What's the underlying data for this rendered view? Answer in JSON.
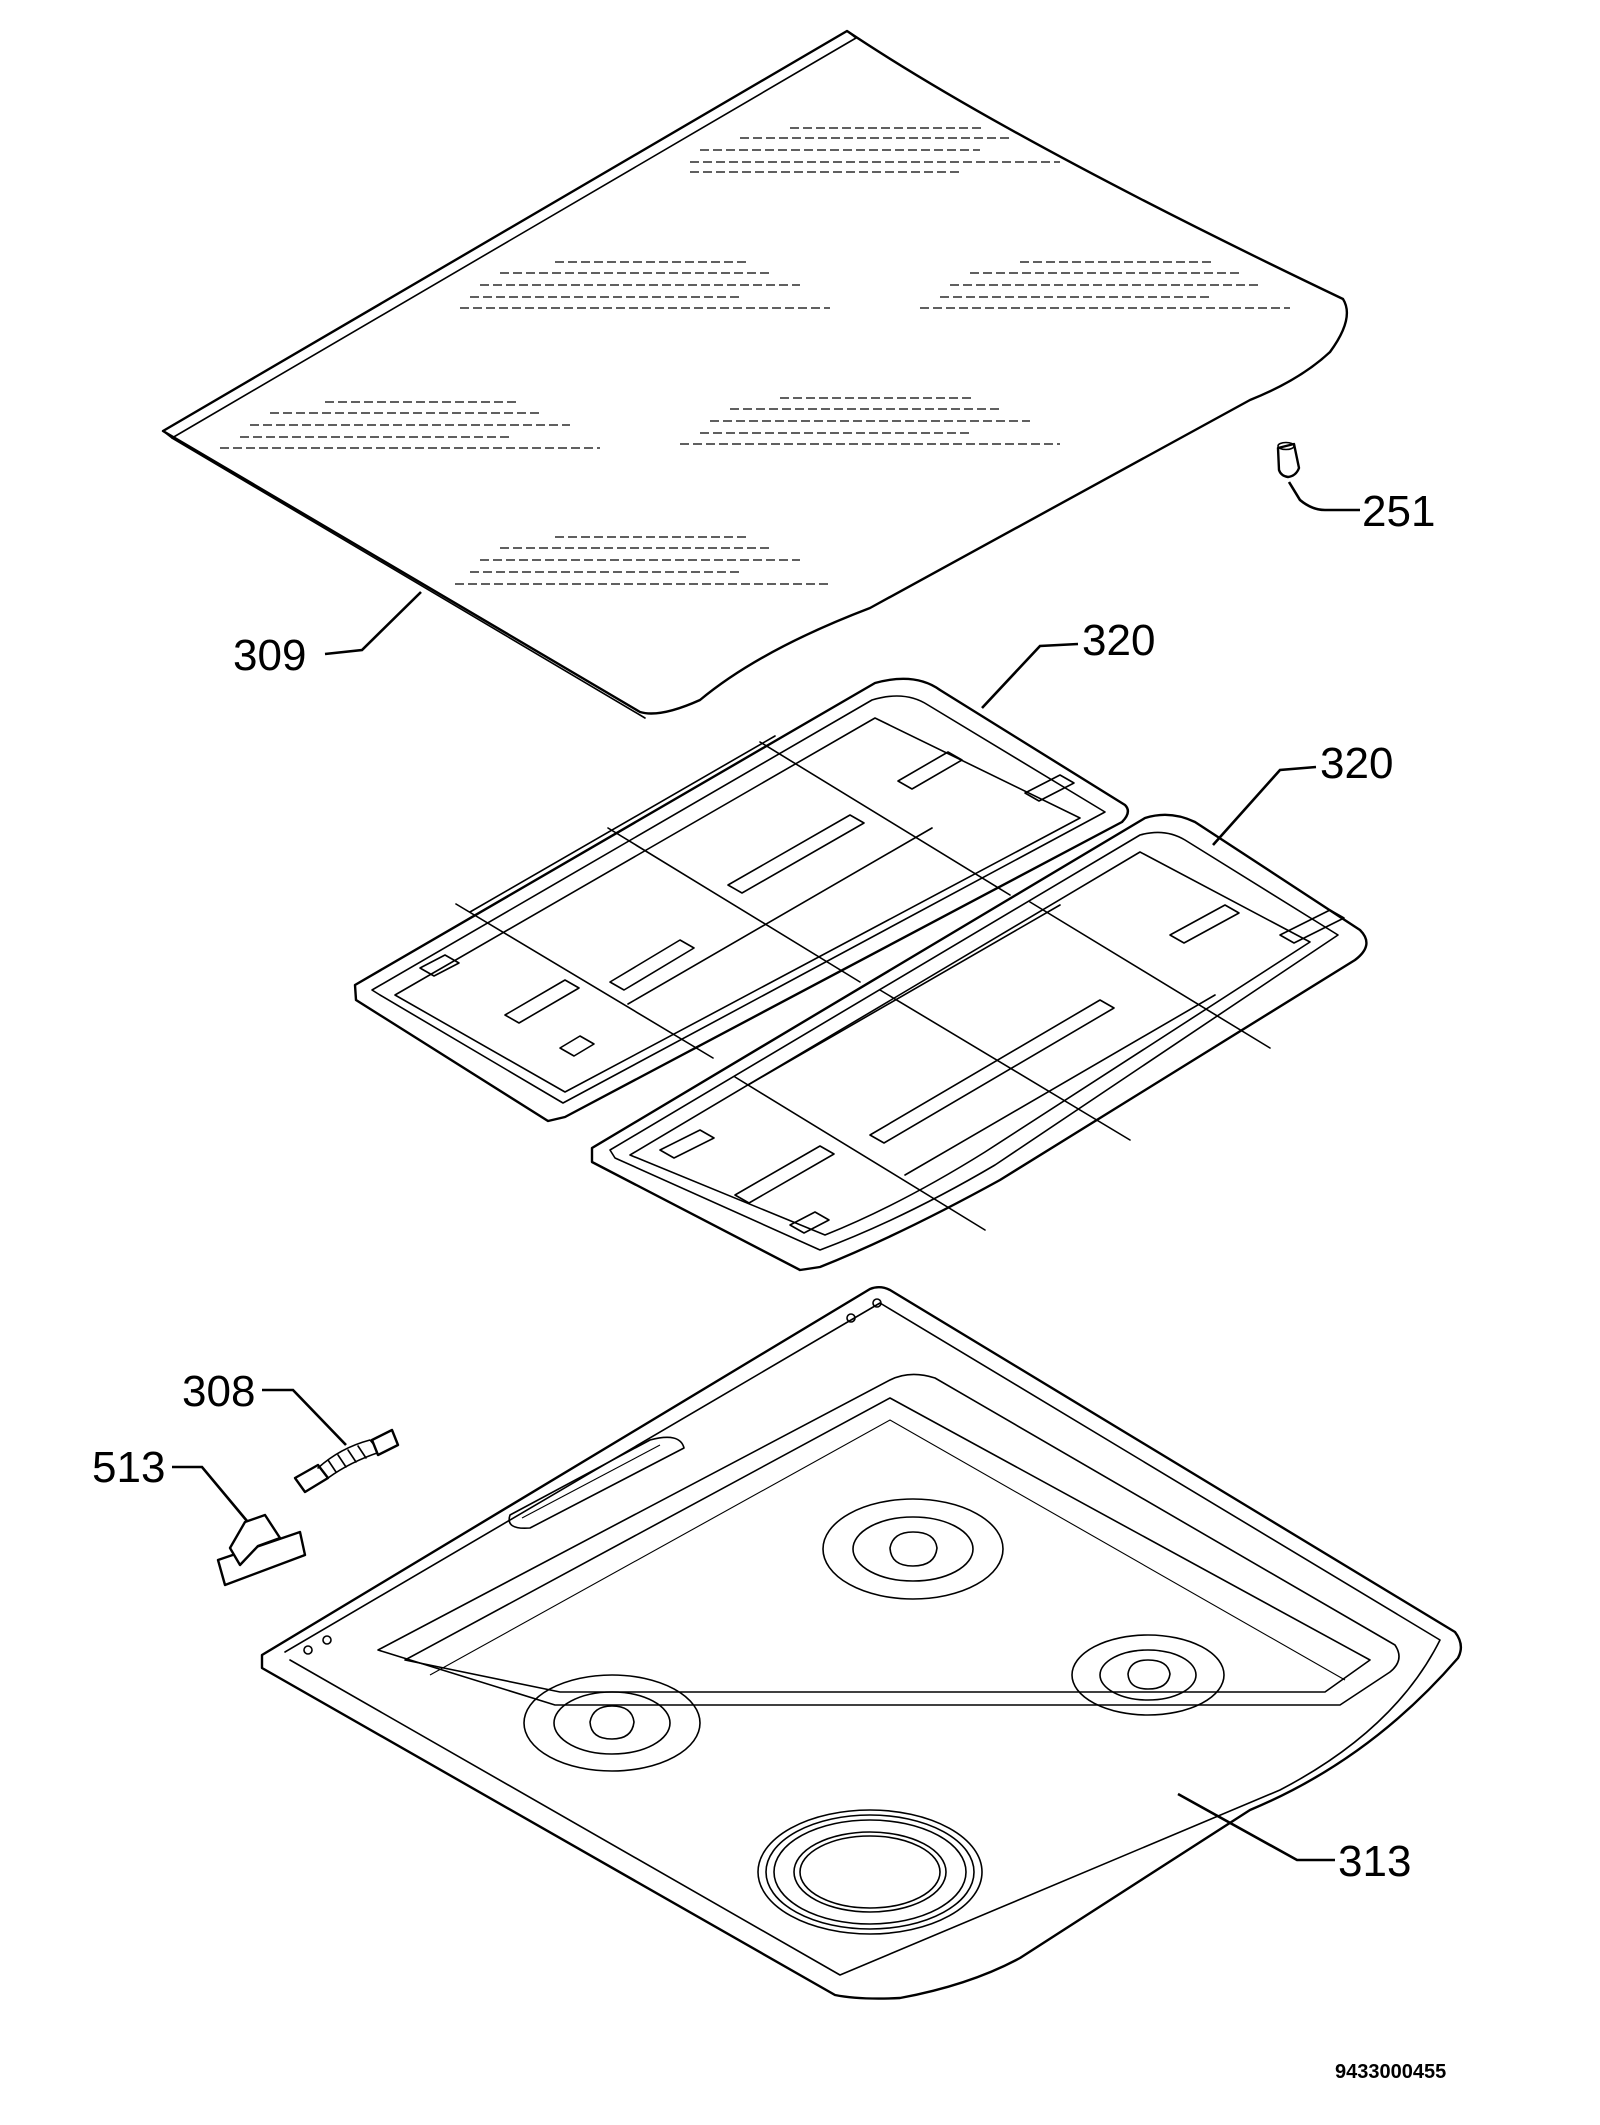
{
  "callouts": {
    "part_251": "251",
    "part_309": "309",
    "part_320_left": "320",
    "part_320_right": "320",
    "part_308": "308",
    "part_513": "513",
    "part_313": "313"
  },
  "document_number": "9433000455"
}
